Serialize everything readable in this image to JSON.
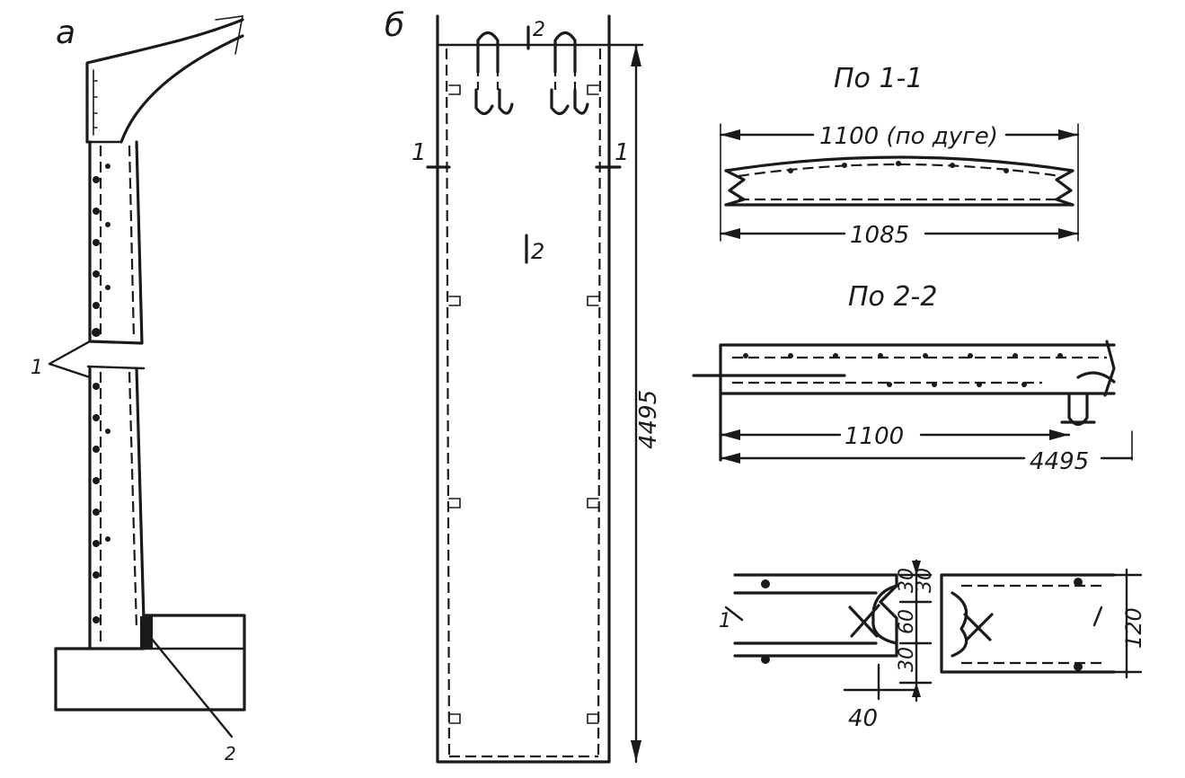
{
  "fig_a": {
    "letter": "а",
    "callout_1": "1",
    "callout_2": "2"
  },
  "fig_b": {
    "letter": "б",
    "section_1_left": "1",
    "section_1_right": "1",
    "section_2_top": "2",
    "section_2_mid": "2",
    "length_dim": "4495"
  },
  "section_1_1": {
    "title": "По 1-1",
    "arc_dim": "1100 (по дуге)",
    "chord_dim": "1085"
  },
  "section_2_2": {
    "title": "По 2-2",
    "inner_dim": "1100",
    "overall_dim": "4495"
  },
  "joint_detail": {
    "dim_30_top": "30",
    "dim_30_left": "30",
    "dim_60": "60",
    "dim_30_bottom": "30",
    "dim_40": "40",
    "dim_120": "120",
    "callout_1": "1"
  }
}
